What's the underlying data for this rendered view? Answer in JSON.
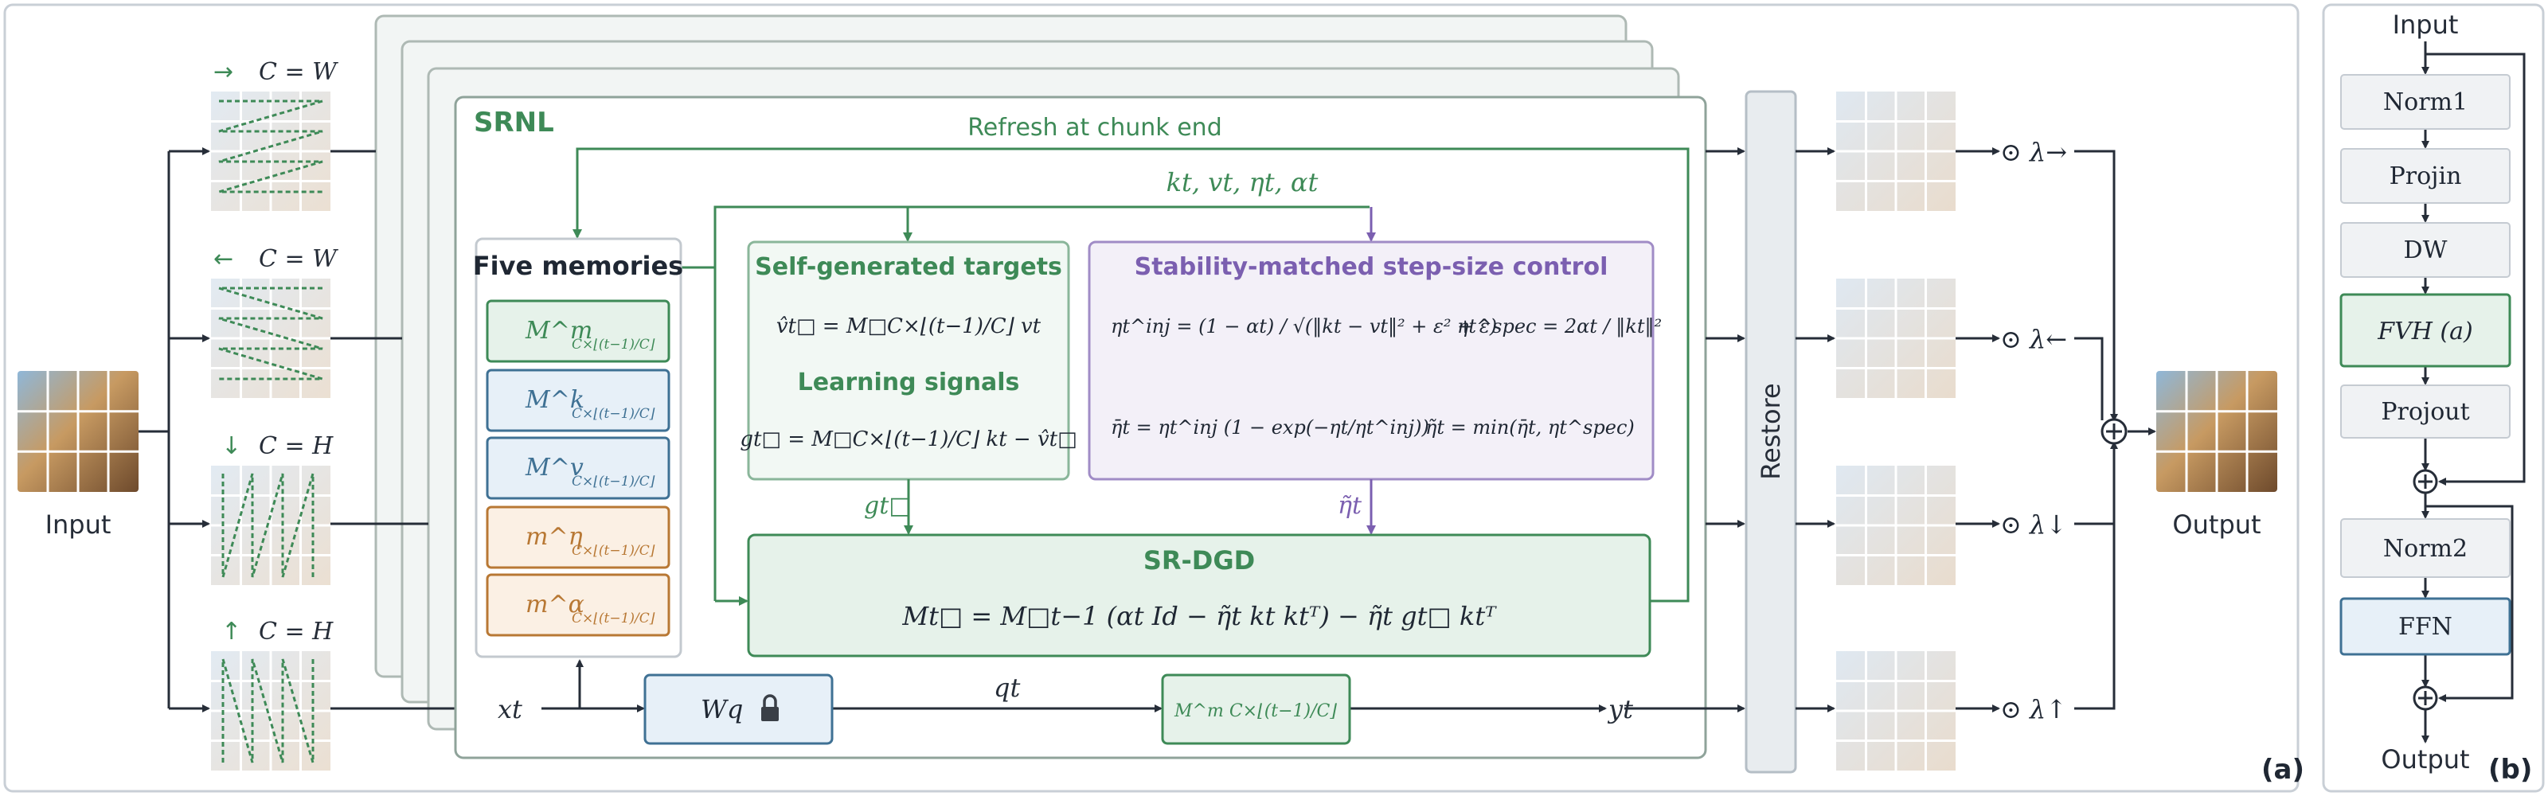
{
  "panel_a": {
    "tag": "(a)",
    "input_label": "Input",
    "output_label": "Output",
    "scans": [
      {
        "arrow": "→",
        "label": "C = W"
      },
      {
        "arrow": "←",
        "label": "C = W"
      },
      {
        "arrow": "↓",
        "label": "C = H"
      },
      {
        "arrow": "↑",
        "label": "C = H"
      }
    ],
    "srnl": {
      "title": "SRNL",
      "refresh": "Refresh at chunk end",
      "kv_signals": "kt,  vt,  ηt,  αt",
      "five_memories": {
        "title": "Five memories",
        "items": [
          "M^m",
          "M^k",
          "M^v",
          "m^η",
          "m^α"
        ],
        "subscript": "C×⌊(t−1)/C⌋"
      },
      "targets": {
        "title": "Self-generated targets",
        "eq1": "v̂t□ = M□C×⌊(t−1)/C⌋ vt",
        "subtitle": "Learning signals",
        "eq2": "gt□ = M□C×⌊(t−1)/C⌋ kt − v̂t□",
        "out_label": "gt□"
      },
      "stability": {
        "title": "Stability-matched step-size control",
        "eq_inj": "ηt^inj = (1 − αt) / √(‖kt − vt‖² + ε² + ε)",
        "eq_spec": "ηt^spec = 2αt / ‖kt‖²",
        "eq_bar": "η̄t = ηt^inj (1 − exp(−ηt/ηt^inj))",
        "eq_tilde": "η̃t = min(η̄t, ηt^spec)",
        "out_label": "η̃t"
      },
      "sr_dgd": {
        "title": "SR-DGD",
        "eq": "Mt□ = M□t−1 (αt Id − η̃t kt ktᵀ) − η̃t gt□ ktᵀ"
      },
      "xt": "xt",
      "wq": "Wq",
      "qt": "qt",
      "mem_out": "M^m C×⌊(t−1)/C⌋",
      "yt": "yt"
    },
    "restore_label": "Restore",
    "lambdas": [
      "⊙ λ→",
      "⊙ λ←",
      "⊙ λ↓",
      "⊙ λ↑"
    ]
  },
  "panel_b": {
    "tag": "(b)",
    "input_label": "Input",
    "output_label": "Output",
    "blocks": [
      "Norm1",
      "Projin",
      "DW",
      "FVH (a)",
      "Projout",
      "Norm2",
      "FFN"
    ]
  }
}
